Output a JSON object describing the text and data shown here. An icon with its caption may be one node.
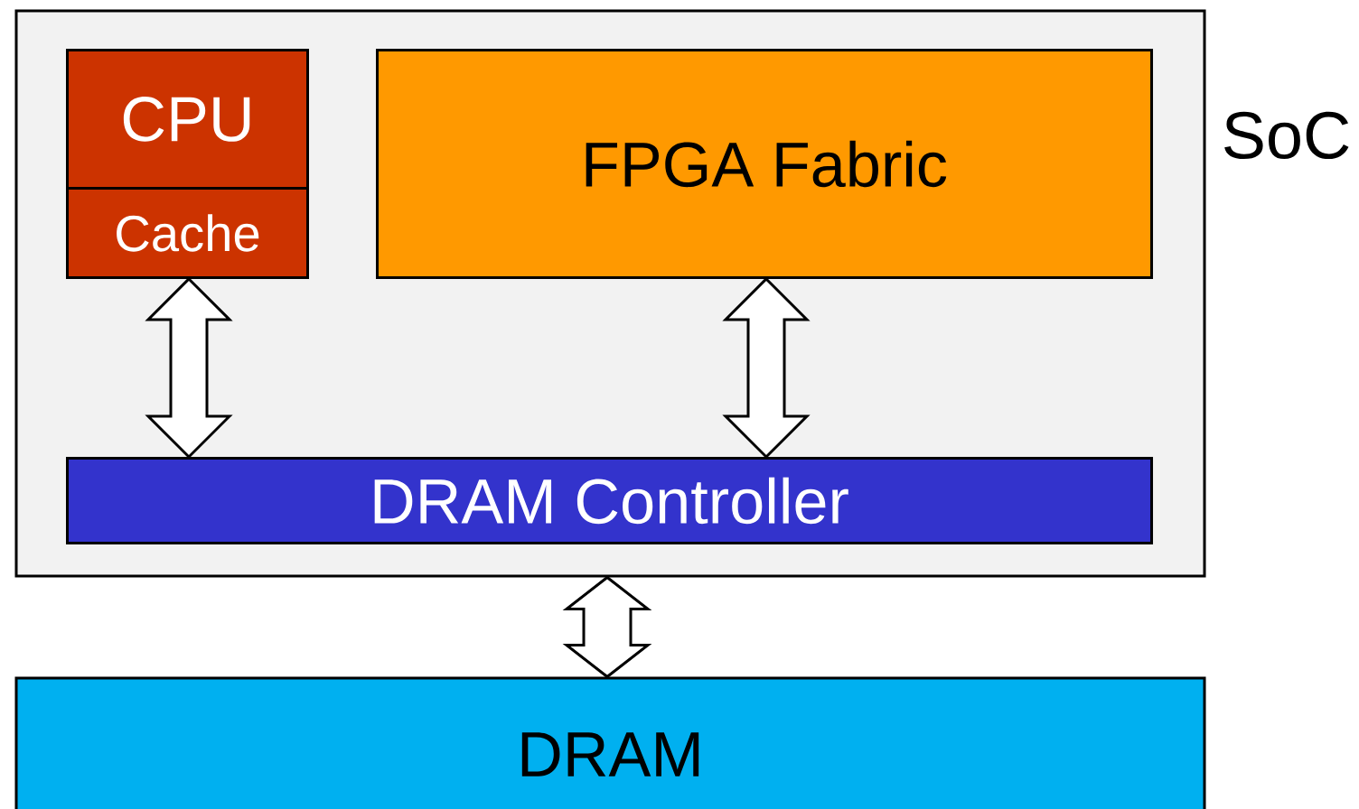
{
  "diagram": {
    "nodes": [
      {
        "text": [
          "SoC"
        ]
      },
      {
        "text": [
          "CPU"
        ],
        "in": 0
      },
      {
        "text": [
          "Cache"
        ],
        "in": 0
      },
      {
        "text": [
          "FPGA Fabric"
        ],
        "in": 0
      },
      {
        "text": [
          "DRAM Controller"
        ],
        "in": 0
      },
      {
        "text": [
          "DRAM"
        ]
      }
    ],
    "edges": [
      {
        "from": 2,
        "to": 4,
        "arrow": "both"
      },
      {
        "from": 3,
        "to": 4,
        "arrow": "both"
      },
      {
        "from": 0,
        "to": 5,
        "arrow": "both"
      }
    ]
  }
}
